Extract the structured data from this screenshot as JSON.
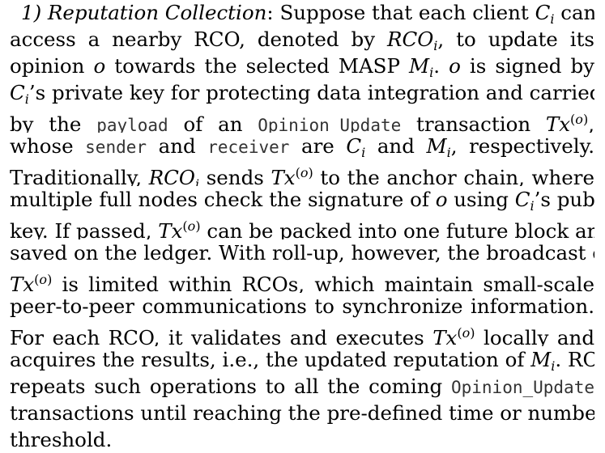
{
  "paragraph": {
    "heading": "1) Reputation Collection",
    "l1_a": ": Suppose that each client ",
    "l1_b": " can",
    "l2_a": "access a nearby RCO, denoted by ",
    "l2_b": ", to update its",
    "l3_a": "opinion ",
    "l3_b": " towards the selected MASP ",
    "l3_c": ". ",
    "l3_d": " is signed by",
    "l4_a": "’s private key for protecting data integration and carried",
    "l5_a": "by the ",
    "l5_b": " of an ",
    "l5_c": " transaction ",
    "l5_d": ",",
    "l6_a": "whose ",
    "l6_b": " and ",
    "l6_c": " are ",
    "l6_d": " and ",
    "l6_e": ", respectively.",
    "l7_a": "Traditionally, ",
    "l7_b": " sends ",
    "l7_c": " to the anchor chain, where",
    "l8_a": "multiple full nodes check the signature of ",
    "l8_b": " using ",
    "l8_c": "’s public",
    "l9_a": "key. If passed, ",
    "l9_b": " can be packed into one future block and",
    "l10": "saved on the ledger. With roll-up, however, the broadcast of",
    "l11_b": " is limited within RCOs, which maintain small-scale",
    "l12": "peer-to-peer communications to synchronize information.",
    "l13_a": "For each RCO, it validates and executes ",
    "l13_b": " locally and",
    "l14_a": "acquires the results, i.e., the updated reputation of ",
    "l14_b": ". RCO",
    "l15_a": "repeats such operations to all the coming ",
    "l16": "transactions until reaching the pre-defined time or number",
    "l17": "threshold."
  },
  "code": {
    "payload": "payload",
    "opinion_update": "Opinion_Update",
    "sender": "sender",
    "receiver": "receiver"
  },
  "math": {
    "C": "C",
    "i": "i",
    "RCO": "RCO",
    "M": "M",
    "o": "o",
    "Tx": "Tx",
    "sup_open": "(",
    "sup_close": ")"
  }
}
